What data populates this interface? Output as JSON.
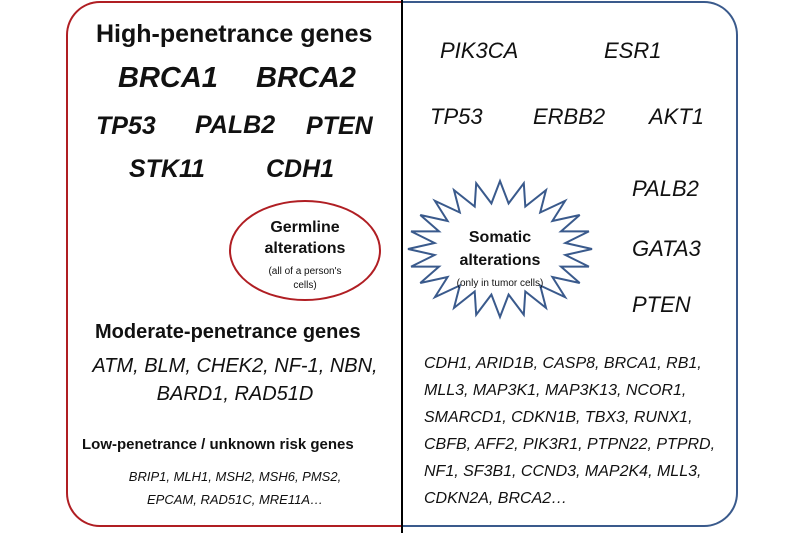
{
  "left": {
    "high_title": "High-penetrance genes",
    "high_genes": [
      "BRCA1",
      "BRCA2",
      "TP53",
      "PALB2",
      "PTEN",
      "STK11",
      "CDH1"
    ],
    "germline_title_1": "Germline",
    "germline_title_2": "alterations",
    "germline_note_1": "(all of a person's",
    "germline_note_2": "cells)",
    "moderate_title": "Moderate-penetrance genes",
    "moderate_line_1": "ATM, BLM, CHEK2, NF-1, NBN,",
    "moderate_line_2": "BARD1, RAD51D",
    "low_title": "Low-penetrance / unknown risk genes",
    "low_line_1": "BRIP1, MLH1, MSH2, MSH6, PMS2,",
    "low_line_2": "EPCAM, RAD51C, MRE11A…"
  },
  "right": {
    "genes": [
      "PIK3CA",
      "ESR1",
      "TP53",
      "ERBB2",
      "AKT1",
      "PALB2",
      "GATA3",
      "PTEN"
    ],
    "somatic_title_1": "Somatic",
    "somatic_title_2": "alterations",
    "somatic_note": "(only in tumor cells)",
    "list_lines": [
      "CDH1, ARID1B, CASP8, BRCA1, RB1,",
      "MLL3, MAP3K1, MAP3K13, NCOR1,",
      "SMARCD1, CDKN1B, TBX3, RUNX1,",
      "CBFB, AFF2, PIK3R1, PTPN22, PTPRD,",
      "NF1, SF3B1, CCND3, MAP2K4, MLL3,",
      "CDKN2A, BRCA2…"
    ]
  },
  "colors": {
    "germline": "#b01e23",
    "somatic": "#3a5a8c"
  }
}
